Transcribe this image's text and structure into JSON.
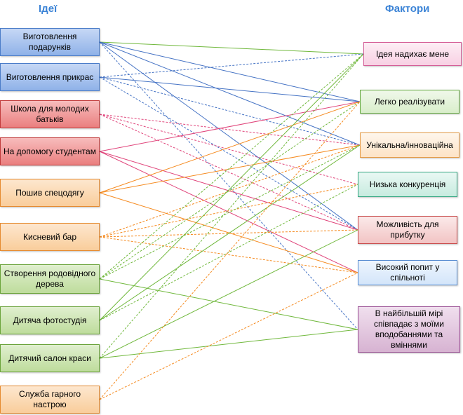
{
  "titles": {
    "ideas": "Ідеї",
    "factors": "Фактори"
  },
  "ideas": [
    {
      "id": "i1",
      "label": "Виготовлення подарунків"
    },
    {
      "id": "i2",
      "label": "Виготовлення прикрас"
    },
    {
      "id": "i3",
      "label": "Школа для молодих батьків"
    },
    {
      "id": "i4",
      "label": "На допомогу студентам"
    },
    {
      "id": "i5",
      "label": "Пошив спецодягу"
    },
    {
      "id": "i6",
      "label": "Кисневий бар"
    },
    {
      "id": "i7",
      "label": "Створення родовідного дерева"
    },
    {
      "id": "i8",
      "label": "Дитяча фотостудія"
    },
    {
      "id": "i9",
      "label": "Дитячий салон краси"
    },
    {
      "id": "i10",
      "label": "Служба гарного настрою"
    }
  ],
  "factors": [
    {
      "id": "f1",
      "label": "Ідея надихає мене"
    },
    {
      "id": "f2",
      "label": "Легко реалізувати"
    },
    {
      "id": "f3",
      "label": "Унікальна/інноваційна"
    },
    {
      "id": "f4",
      "label": "Низька конкуренція"
    },
    {
      "id": "f5",
      "label": "Можливість для прибутку"
    },
    {
      "id": "f6",
      "label": "Високий попит у спільноті"
    },
    {
      "id": "f7",
      "label": "В найбільшій мірі співпадає з моїми вподобаннями та вміннями"
    }
  ],
  "colors": {
    "blue": "#4472c4",
    "red": "#e0457b",
    "orange": "#f58a1f",
    "green": "#70b83c"
  },
  "links": [
    {
      "from": "i1",
      "to": "f1",
      "color": "green",
      "style": "solid"
    },
    {
      "from": "i1",
      "to": "f2",
      "color": "blue",
      "style": "solid"
    },
    {
      "from": "i1",
      "to": "f3",
      "color": "blue",
      "style": "solid"
    },
    {
      "from": "i1",
      "to": "f5",
      "color": "blue",
      "style": "solid"
    },
    {
      "from": "i1",
      "to": "f7",
      "color": "blue",
      "style": "dashed"
    },
    {
      "from": "i2",
      "to": "f1",
      "color": "blue",
      "style": "dashed"
    },
    {
      "from": "i2",
      "to": "f2",
      "color": "blue",
      "style": "solid"
    },
    {
      "from": "i2",
      "to": "f3",
      "color": "blue",
      "style": "dashed"
    },
    {
      "from": "i2",
      "to": "f5",
      "color": "blue",
      "style": "dashed"
    },
    {
      "from": "i3",
      "to": "f3",
      "color": "red",
      "style": "dashed"
    },
    {
      "from": "i3",
      "to": "f4",
      "color": "red",
      "style": "dashed"
    },
    {
      "from": "i3",
      "to": "f5",
      "color": "red",
      "style": "dashed"
    },
    {
      "from": "i4",
      "to": "f2",
      "color": "red",
      "style": "solid"
    },
    {
      "from": "i4",
      "to": "f5",
      "color": "red",
      "style": "solid"
    },
    {
      "from": "i4",
      "to": "f6",
      "color": "red",
      "style": "solid"
    },
    {
      "from": "i5",
      "to": "f2",
      "color": "orange",
      "style": "solid"
    },
    {
      "from": "i5",
      "to": "f3",
      "color": "orange",
      "style": "solid"
    },
    {
      "from": "i5",
      "to": "f6",
      "color": "orange",
      "style": "solid"
    },
    {
      "from": "i6",
      "to": "f3",
      "color": "orange",
      "style": "dashed"
    },
    {
      "from": "i6",
      "to": "f4",
      "color": "orange",
      "style": "dashed"
    },
    {
      "from": "i6",
      "to": "f5",
      "color": "orange",
      "style": "dashed"
    },
    {
      "from": "i6",
      "to": "f6",
      "color": "orange",
      "style": "dashed"
    },
    {
      "from": "i7",
      "to": "f1",
      "color": "green",
      "style": "dashed"
    },
    {
      "from": "i7",
      "to": "f2",
      "color": "green",
      "style": "dashed"
    },
    {
      "from": "i7",
      "to": "f3",
      "color": "green",
      "style": "dashed"
    },
    {
      "from": "i7",
      "to": "f7",
      "color": "green",
      "style": "solid"
    },
    {
      "from": "i8",
      "to": "f1",
      "color": "green",
      "style": "solid"
    },
    {
      "from": "i8",
      "to": "f3",
      "color": "green",
      "style": "solid"
    },
    {
      "from": "i8",
      "to": "f4",
      "color": "green",
      "style": "dashed"
    },
    {
      "from": "i9",
      "to": "f1",
      "color": "green",
      "style": "dashed"
    },
    {
      "from": "i9",
      "to": "f5",
      "color": "green",
      "style": "solid"
    },
    {
      "from": "i9",
      "to": "f7",
      "color": "green",
      "style": "solid"
    },
    {
      "from": "i10",
      "to": "f2",
      "color": "orange",
      "style": "dashed"
    },
    {
      "from": "i10",
      "to": "f6",
      "color": "orange",
      "style": "dashed"
    }
  ]
}
